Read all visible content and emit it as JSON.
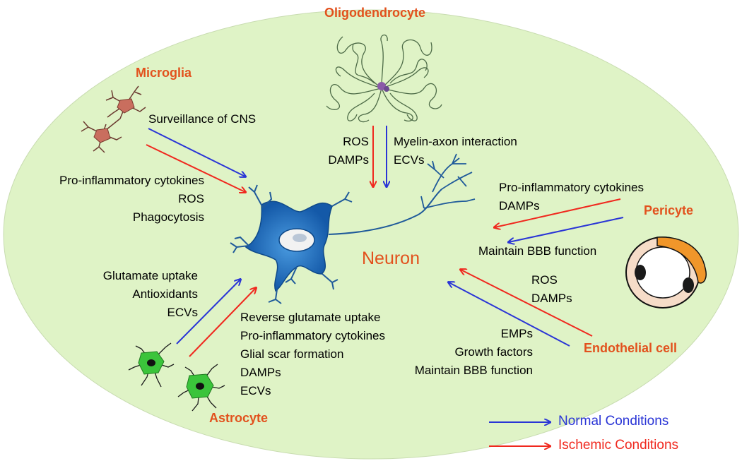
{
  "cells": {
    "oligodendrocyte": "Oligodendrocyte",
    "microglia": "Microglia",
    "pericyte": "Pericyte",
    "astrocyte": "Astrocyte",
    "endothelial": "Endothelial  cell",
    "neuron": "Neuron"
  },
  "labels": {
    "microglia_normal": "Surveillance of CNS",
    "microglia_ischemic": [
      "Pro-inflammatory cytokines",
      "ROS",
      "Phagocytosis"
    ],
    "oligo_ischemic": [
      "ROS",
      "DAMPs"
    ],
    "oligo_normal": [
      "Myelin-axon interaction",
      "ECVs"
    ],
    "pericyte_ischemic": [
      "Pro-inflammatory cytokines",
      "DAMPs"
    ],
    "pericyte_normal": "Maintain  BBB function",
    "astro_normal": [
      "Glutamate uptake",
      "Antioxidants",
      "ECVs"
    ],
    "astro_ischemic": [
      "Reverse glutamate uptake",
      "Pro-inflammatory cytokines",
      "Glial scar formation",
      "DAMPs",
      "ECVs"
    ],
    "endo_ischemic": [
      "ROS",
      "DAMPs"
    ],
    "endo_normal": [
      "EMPs",
      "Growth factors",
      "Maintain  BBB function"
    ]
  },
  "legend": {
    "normal": "Normal  Conditions",
    "ischemic": "Ischemic  Conditions"
  },
  "colors": {
    "background_ellipse": "#dff3c6",
    "normal_arrow": "#2a35d6",
    "ischemic_arrow": "#f0281e",
    "title": "#e2511d",
    "neuron_body": "#1f6fc0",
    "astrocyte_body": "#3bc43b",
    "microglia_body": "#c96e5e",
    "pericyte": "#f0962a"
  }
}
